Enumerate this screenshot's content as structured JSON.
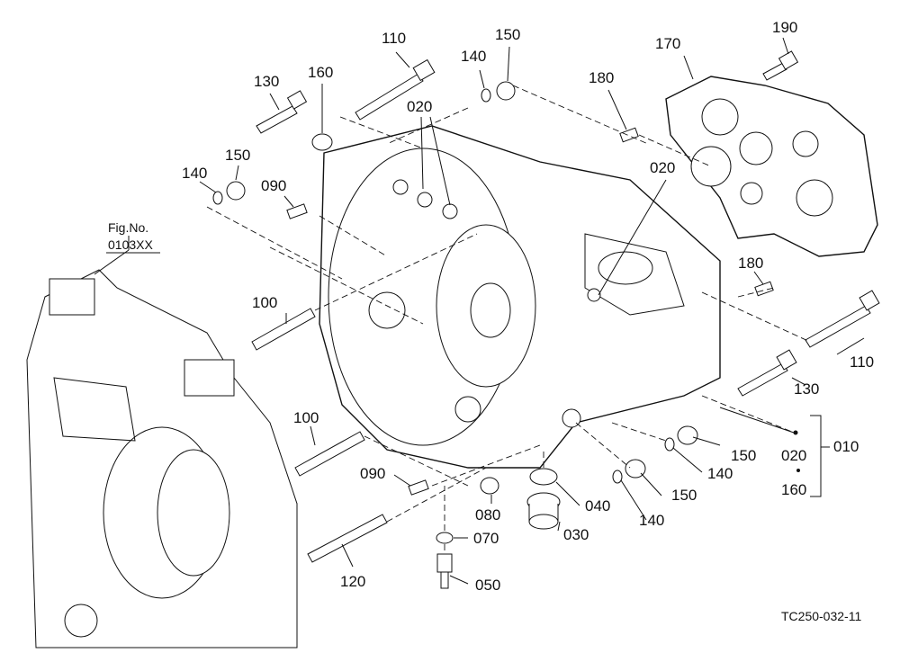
{
  "callouts": {
    "p110a": "110",
    "p140a": "140",
    "p150a": "150",
    "p170": "170",
    "p190": "190",
    "p130a": "130",
    "p160a": "160",
    "p020a": "020",
    "p180a": "180",
    "p150b": "150",
    "p140b": "140",
    "p090a": "090",
    "p020b": "020",
    "p180b": "180",
    "p100a": "100",
    "p110b": "110",
    "p130b": "130",
    "p100b": "100",
    "p020c": "020",
    "p010": "010",
    "p160b": "160",
    "p150c": "150",
    "p140c": "140",
    "p090b": "090",
    "p150d": "150",
    "p080": "080",
    "p040": "040",
    "p140d": "140",
    "p070": "070",
    "p030": "030",
    "p120": "120",
    "p050": "050"
  },
  "figref": {
    "label": "Fig.No.",
    "number": "0103XX"
  },
  "drawing_id": "TC250-032-11"
}
